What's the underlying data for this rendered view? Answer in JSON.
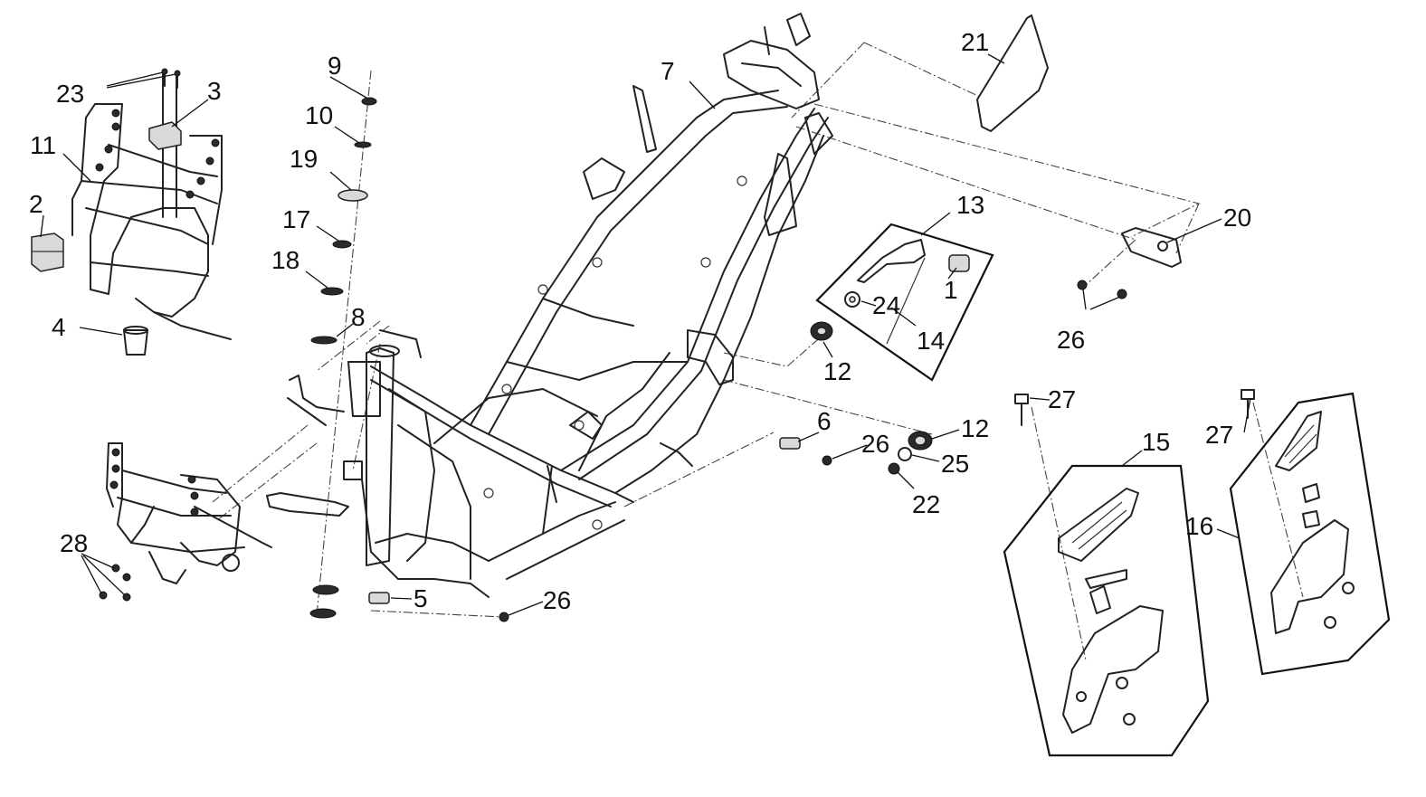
{
  "callouts": [
    {
      "id": "c1",
      "label": "1"
    },
    {
      "id": "c2",
      "label": "2"
    },
    {
      "id": "c3",
      "label": "3"
    },
    {
      "id": "c4",
      "label": "4"
    },
    {
      "id": "c5",
      "label": "5"
    },
    {
      "id": "c6",
      "label": "6"
    },
    {
      "id": "c7",
      "label": "7"
    },
    {
      "id": "c8",
      "label": "8"
    },
    {
      "id": "c9",
      "label": "9"
    },
    {
      "id": "c10",
      "label": "10"
    },
    {
      "id": "c11",
      "label": "11"
    },
    {
      "id": "c12a",
      "label": "12"
    },
    {
      "id": "c12b",
      "label": "12"
    },
    {
      "id": "c13",
      "label": "13"
    },
    {
      "id": "c14",
      "label": "14"
    },
    {
      "id": "c15",
      "label": "15"
    },
    {
      "id": "c16",
      "label": "16"
    },
    {
      "id": "c17",
      "label": "17"
    },
    {
      "id": "c18",
      "label": "18"
    },
    {
      "id": "c19",
      "label": "19"
    },
    {
      "id": "c20",
      "label": "20"
    },
    {
      "id": "c21",
      "label": "21"
    },
    {
      "id": "c22",
      "label": "22"
    },
    {
      "id": "c23",
      "label": "23"
    },
    {
      "id": "c24",
      "label": "24"
    },
    {
      "id": "c25",
      "label": "25"
    },
    {
      "id": "c26a",
      "label": "26"
    },
    {
      "id": "c26b",
      "label": "26"
    },
    {
      "id": "c26c",
      "label": "26"
    },
    {
      "id": "c27a",
      "label": "27"
    },
    {
      "id": "c27b",
      "label": "27"
    },
    {
      "id": "c28",
      "label": "28"
    }
  ]
}
